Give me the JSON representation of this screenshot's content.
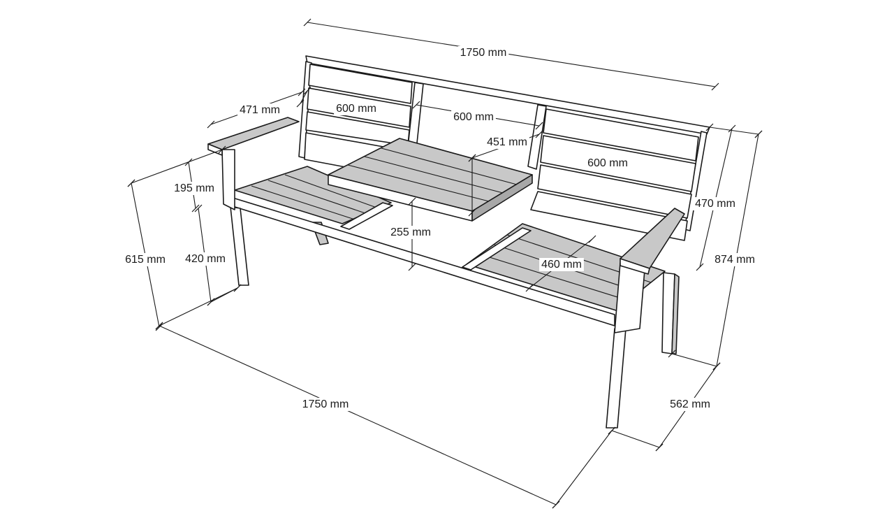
{
  "colors": {
    "face_light": "#ffffff",
    "face_mid": "#c8c8c8",
    "face_dark": "#a8a8a8",
    "line": "#1a1a1a"
  },
  "dimensions": {
    "top_width": "1750 mm",
    "bottom_width": "1750 mm",
    "armrest_depth": "471 mm",
    "left_back_slat": "600 mm",
    "middle_gap": "600 mm",
    "table_depth": "451 mm",
    "right_back_slat": "600 mm",
    "arm_above_seat": "195 mm",
    "overall_height": "874 mm",
    "back_height": "470 mm",
    "arm_height": "615 mm",
    "seat_height": "420 mm",
    "table_height": "255 mm",
    "seat_depth": "460 mm",
    "overall_depth": "562 mm"
  }
}
